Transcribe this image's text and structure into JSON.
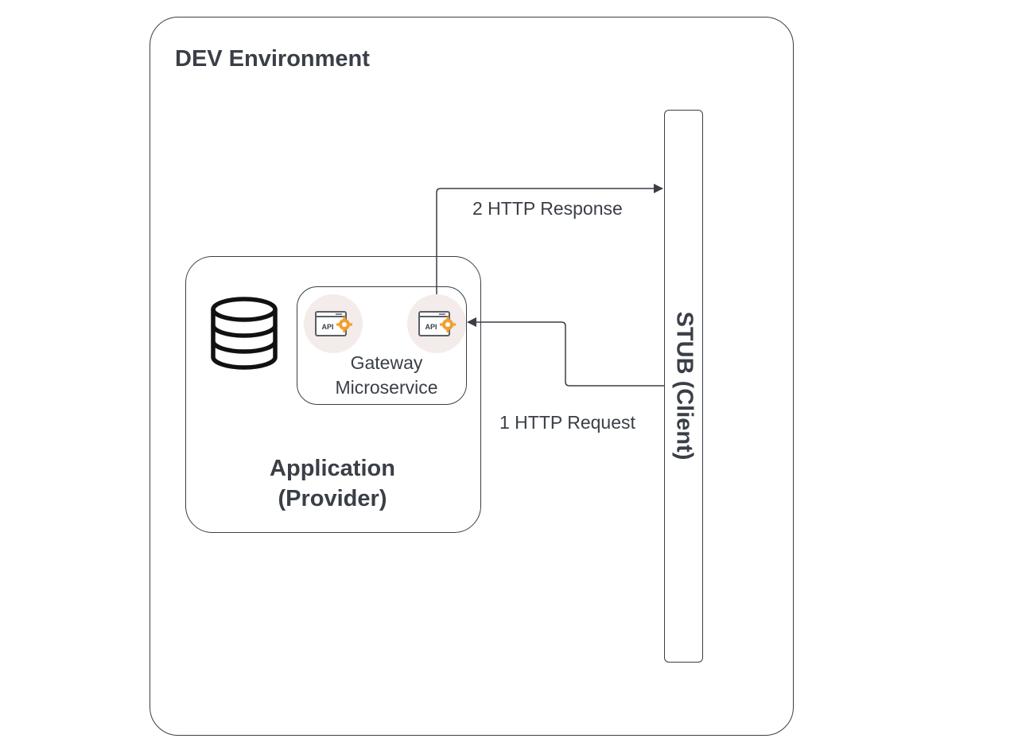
{
  "environment": {
    "title": "DEV Environment"
  },
  "application": {
    "label_line1": "Application",
    "label_line2": "(Provider)",
    "icons": [
      "database-icon",
      "api-gear-icon",
      "api-gear-icon"
    ]
  },
  "gateway": {
    "label_line1": "Gateway",
    "label_line2": "Microservice",
    "api_icon_text": "API"
  },
  "stub": {
    "label": "STUB (Client)"
  },
  "flows": [
    {
      "label": "1 HTTP Request"
    },
    {
      "label": "2 HTTP Response"
    }
  ],
  "colors": {
    "stroke": "#3a3f47",
    "gear": "#f0a030",
    "bubble": "#f3ecea"
  }
}
